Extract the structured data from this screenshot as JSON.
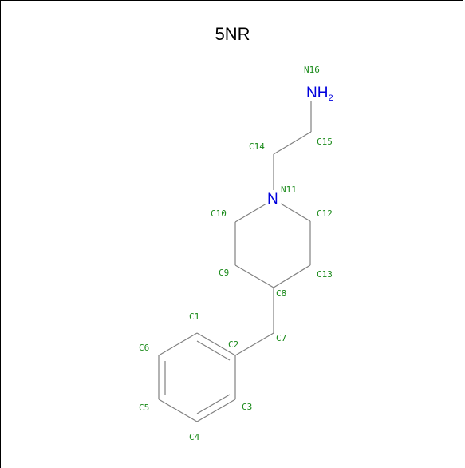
{
  "title": "5NR",
  "colors": {
    "bond": "#808080",
    "atom_label": "#1a8a1a",
    "nitrogen": "#0000dd",
    "text": "#000000"
  },
  "atoms": {
    "N16": {
      "id": "N16",
      "element": "NH",
      "subscript": "2"
    },
    "N11": {
      "id": "N11",
      "element": "N"
    },
    "C1": {
      "id": "C1"
    },
    "C2": {
      "id": "C2"
    },
    "C3": {
      "id": "C3"
    },
    "C4": {
      "id": "C4"
    },
    "C5": {
      "id": "C5"
    },
    "C6": {
      "id": "C6"
    },
    "C7": {
      "id": "C7"
    },
    "C8": {
      "id": "C8"
    },
    "C9": {
      "id": "C9"
    },
    "C10": {
      "id": "C10"
    },
    "C12": {
      "id": "C12"
    },
    "C13": {
      "id": "C13"
    },
    "C14": {
      "id": "C14"
    },
    "C15": {
      "id": "C15"
    }
  }
}
